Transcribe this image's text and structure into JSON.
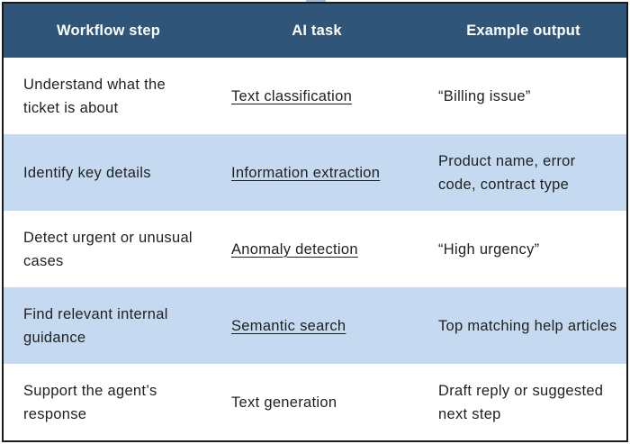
{
  "table": {
    "headers": [
      "Workflow step",
      "AI task",
      "Example output"
    ],
    "rows": [
      {
        "step": "Understand what the ticket is about",
        "task": "Text classification",
        "task_linked": true,
        "example": "“Billing issue”"
      },
      {
        "step": "Identify key details",
        "task": "Information extraction",
        "task_linked": true,
        "example": "Product name, error code, contract type"
      },
      {
        "step": "Detect urgent or unusual cases",
        "task": "Anomaly detection",
        "task_linked": true,
        "example": "“High urgency”"
      },
      {
        "step": "Find relevant internal guidance",
        "task": "Semantic search",
        "task_linked": true,
        "example": "Top matching help articles"
      },
      {
        "step": "Support the agent’s response",
        "task": "Text generation",
        "task_linked": false,
        "example": "Draft reply or suggested next step"
      }
    ]
  },
  "colors": {
    "header_bg": "#2f5679",
    "header_text": "#ffffff",
    "shaded_row": "#c5daf0",
    "plain_row": "#ffffff",
    "border": "#1c1c1c"
  }
}
